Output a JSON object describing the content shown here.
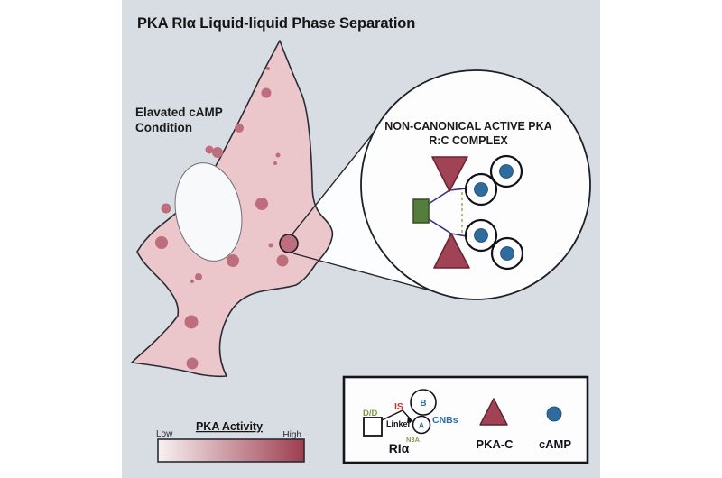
{
  "figure": {
    "title": "PKA RIα Liquid-liquid Phase Separation",
    "condition": {
      "line1": "Elavated cAMP",
      "line2": "Condition"
    },
    "inset": {
      "title_line1": "NON-CANONICAL ACTIVE PKA",
      "title_line2": "R:C COMPLEX"
    },
    "legend": {
      "ria": {
        "dd": "D/D",
        "is": "IS",
        "linker": "Linker",
        "cnbs": "CNBs",
        "n3a": "N3A",
        "cnb_b": "B",
        "cnb_a": "A",
        "label": "RIα"
      },
      "pkac_label": "PKA-C",
      "camp_label": "cAMP"
    },
    "activity_scale": {
      "title": "PKA Activity",
      "low": "Low",
      "high": "High"
    },
    "colors": {
      "canvas": "#d8dde4",
      "cell_fill": "#ebc7cb",
      "condensate": "#bd6d7b",
      "nucleus": "#f7f9fb",
      "pkac_triangle": "#a04355",
      "camp_blue": "#2e6b9e",
      "dd_green_fill": "#567d3e",
      "label_green": "#7a9a40",
      "label_red": "#c0392b",
      "label_blue": "#2e6da4",
      "label_olive": "#8a9a4a",
      "linker_purple": "#3b2f80",
      "gradient_low": "#f8f1f2",
      "gradient_high": "#9e3e50"
    }
  }
}
